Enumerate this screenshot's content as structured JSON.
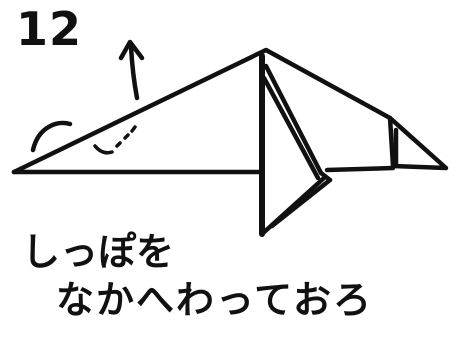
{
  "step": {
    "number": "12"
  },
  "instruction": {
    "line1": "しっぽを",
    "line2": "なかへわっておろ"
  },
  "colors": {
    "ink": "#111111",
    "background": "#ffffff"
  },
  "icons": {
    "fold_direction": "up-arrow-icon",
    "swing": "curved-motion-arrow-icon",
    "fold_guide": "dotted-fold-line-icon"
  }
}
